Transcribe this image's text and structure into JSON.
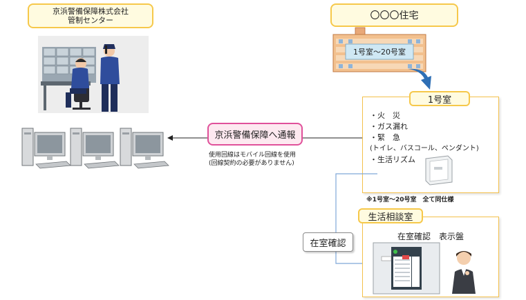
{
  "company": {
    "name_line1": "京浜警備保障株式会社",
    "name_line2": "管制センター"
  },
  "residence": {
    "title": "〇〇〇住宅",
    "room_range": "1号室～20号室"
  },
  "room_panel": {
    "title": "1号室",
    "items": [
      "・火　災",
      "・ガス漏れ",
      "・緊　急",
      "(トイレ、バスコール、ペンダント)",
      "・生活リズム"
    ],
    "footnote": "※1号室～20号室　全て同仕様"
  },
  "report_box": {
    "label": "京浜警備保障へ通報",
    "note_line1": "使用回線はモバイル回線を使用",
    "note_line2": "(回線契約の必要がありません)"
  },
  "counseling": {
    "title": "生活相談室",
    "device_label": "在室確認　表示盤"
  },
  "presence_check": {
    "label": "在室確認"
  },
  "colors": {
    "label_border": "#f6c84a",
    "label_fill": "#fffbe0",
    "report_border": "#e0509a",
    "report_fill": "#fde9f0",
    "arrow_blue": "#2e6fb5",
    "line_blue": "#7fa7d8"
  }
}
